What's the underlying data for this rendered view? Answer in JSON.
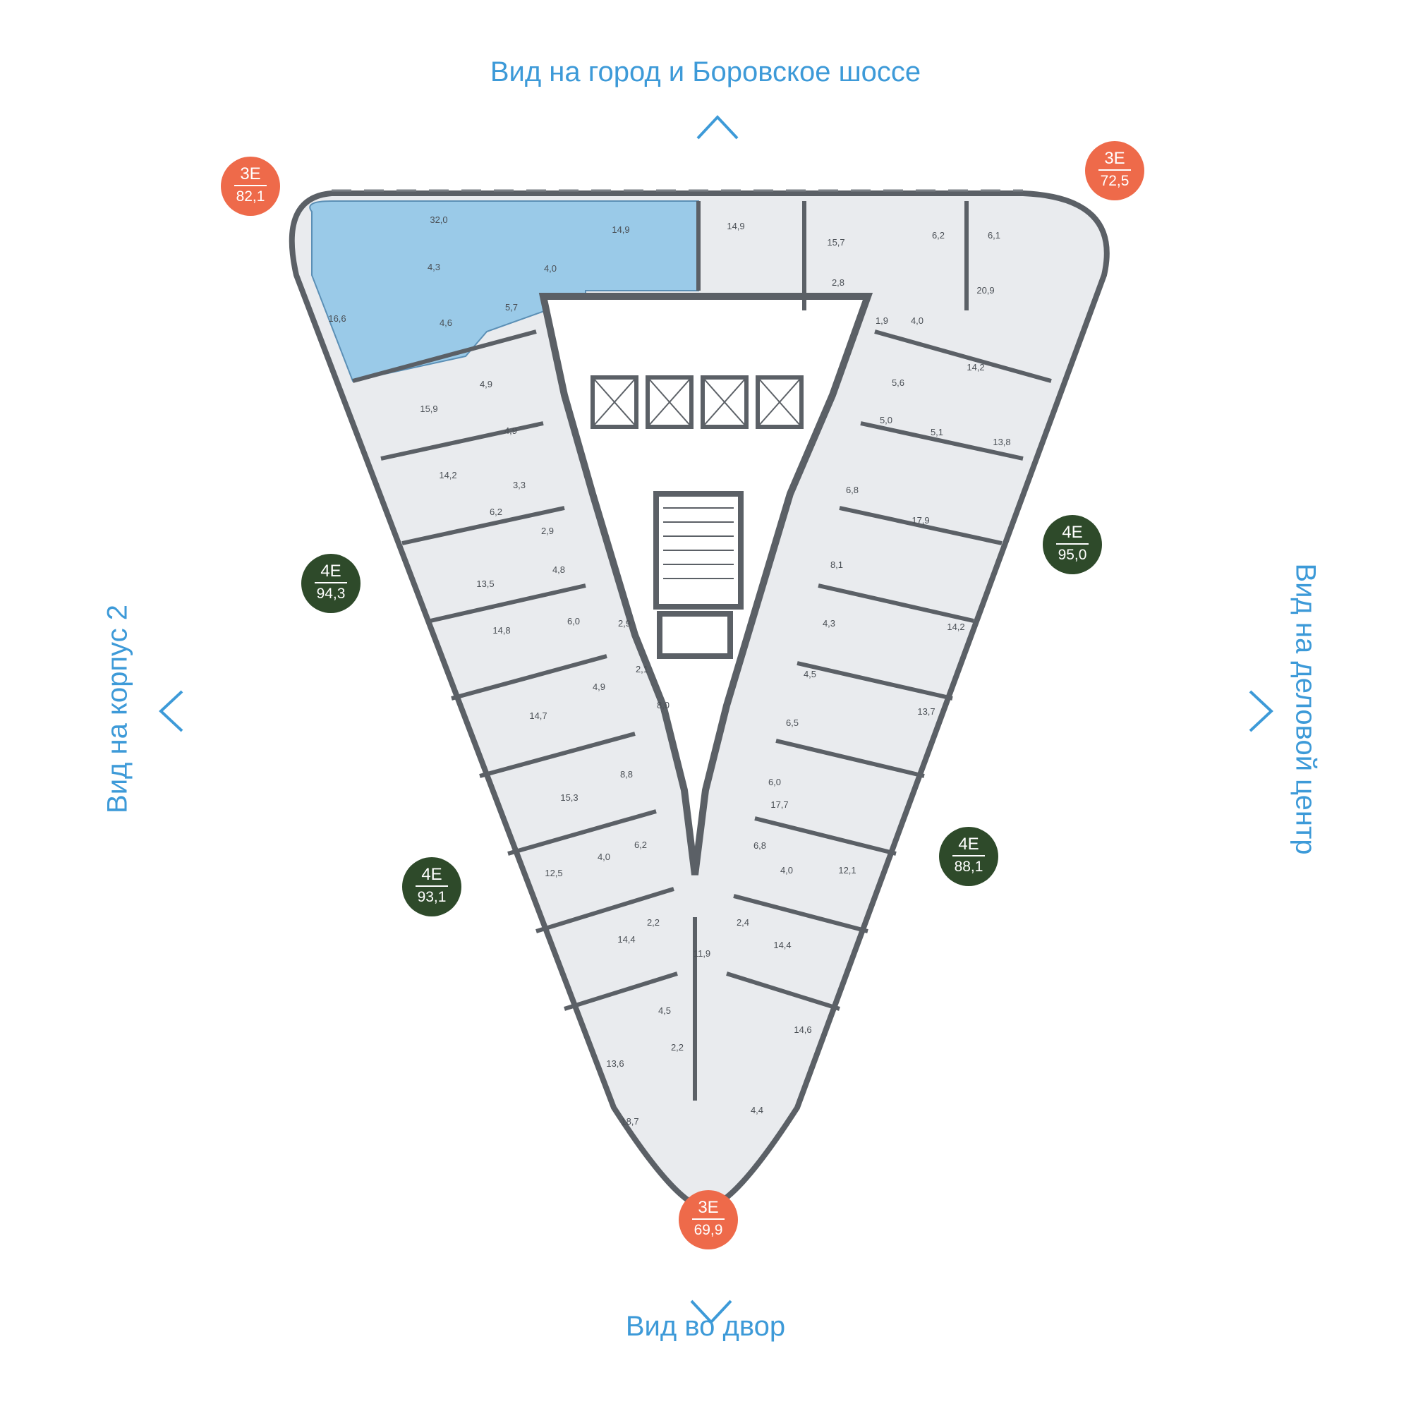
{
  "views": {
    "top": "Вид на город и Боровское шоссе",
    "bottom": "Вид во двор",
    "left": "Вид на корпус 2",
    "right": "Вид на деловой центр"
  },
  "colors": {
    "accent_blue": "#3d9ad8",
    "selected_fill": "#8cc4e6",
    "badge_orange": "#ee6a4a",
    "badge_green": "#2e4a2a",
    "floor_fill": "#e9ebee",
    "wall": "#5b6066"
  },
  "apartments": [
    {
      "type": "3Е",
      "area": "82,1",
      "color": "orange",
      "selected": true
    },
    {
      "type": "3Е",
      "area": "72,5",
      "color": "orange"
    },
    {
      "type": "4Е",
      "area": "94,3",
      "color": "green"
    },
    {
      "type": "4Е",
      "area": "95,0",
      "color": "green"
    },
    {
      "type": "4Е",
      "area": "88,1",
      "color": "green"
    },
    {
      "type": "4Е",
      "area": "93,1",
      "color": "green"
    },
    {
      "type": "3Е",
      "area": "69,9",
      "color": "orange"
    }
  ],
  "room_areas": [
    "32,0",
    "14,9",
    "4,3",
    "4,0",
    "5,7",
    "16,6",
    "4,6",
    "14,9",
    "15,7",
    "6,2",
    "6,1",
    "2,8",
    "20,9",
    "1,9",
    "4,0",
    "5,6",
    "14,2",
    "15,9",
    "4,9",
    "4,9",
    "14,2",
    "3,3",
    "6,2",
    "2,9",
    "13,5",
    "4,8",
    "14,8",
    "6,0",
    "2,9",
    "2,1",
    "4,9",
    "14,7",
    "8,0",
    "5,0",
    "5,1",
    "13,8",
    "6,8",
    "17,9",
    "8,1",
    "4,3",
    "14,2",
    "4,5",
    "6,5",
    "13,7",
    "6,0",
    "17,7",
    "6,8",
    "4,0",
    "12,1",
    "8,8",
    "15,3",
    "6,2",
    "4,0",
    "12,5",
    "2,2",
    "14,4",
    "11,9",
    "2,4",
    "14,4",
    "4,5",
    "2,2",
    "13,6",
    "14,6",
    "4,4",
    "18,7"
  ]
}
